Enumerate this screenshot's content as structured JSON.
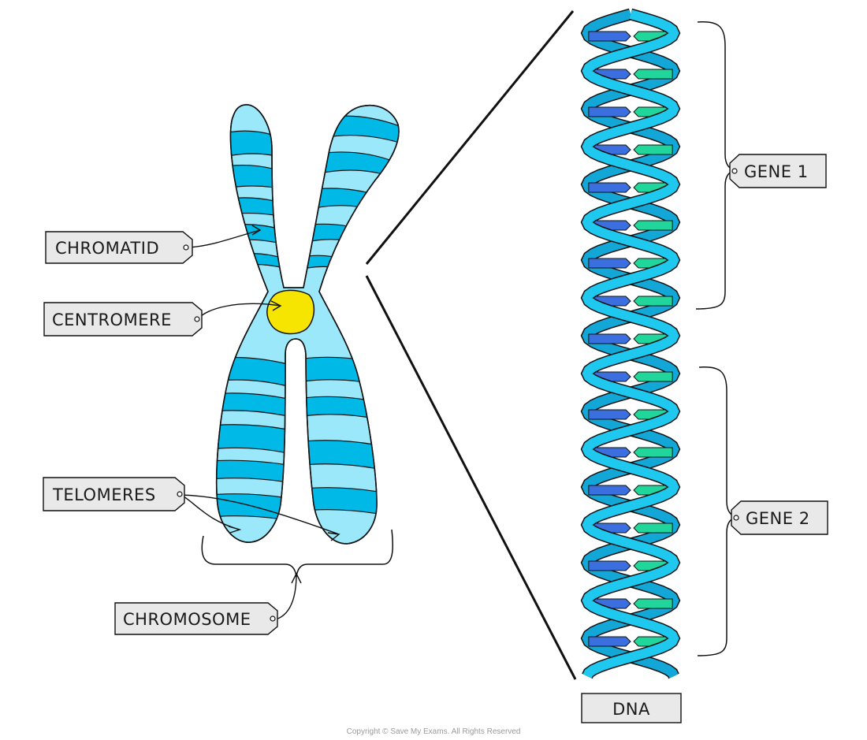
{
  "labels": {
    "chromatid": "CHROMATID",
    "centromere": "CENTROMERE",
    "telomeres": "TELOMERES",
    "chromosome": "CHROMOSOME",
    "gene1": "GENE 1",
    "gene2": "GENE 2",
    "dna": "DNA"
  },
  "copyright": "Copyright © Save My Exams. All Rights Reserved",
  "colors": {
    "chromosome_light": "#9be8fb",
    "chromosome_band": "#00b9e6",
    "centromere": "#f5e500",
    "helix_front": "#1ec8ee",
    "helix_back": "#12a7d6",
    "base_blue": "#3b6fe0",
    "base_lavender": "#a9a6ee",
    "base_green": "#21d69b",
    "base_red": "#f0506e",
    "label_fill": "#e9e9e9"
  }
}
